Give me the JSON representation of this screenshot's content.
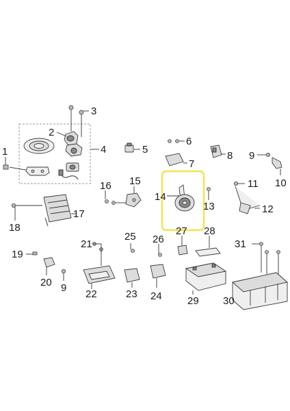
{
  "callouts": [
    "1",
    "2",
    "3",
    "4",
    "5",
    "6",
    "7",
    "8",
    "9",
    "10",
    "11",
    "12",
    "13",
    "14",
    "15",
    "16",
    "17",
    "18",
    "19",
    "20",
    "9",
    "21",
    "22",
    "23",
    "24",
    "25",
    "26",
    "27",
    "28",
    "29",
    "30",
    "31"
  ],
  "colors": {
    "highlight": "#f2e34c",
    "group_border": "#9a9a9a",
    "line": "#333333"
  }
}
